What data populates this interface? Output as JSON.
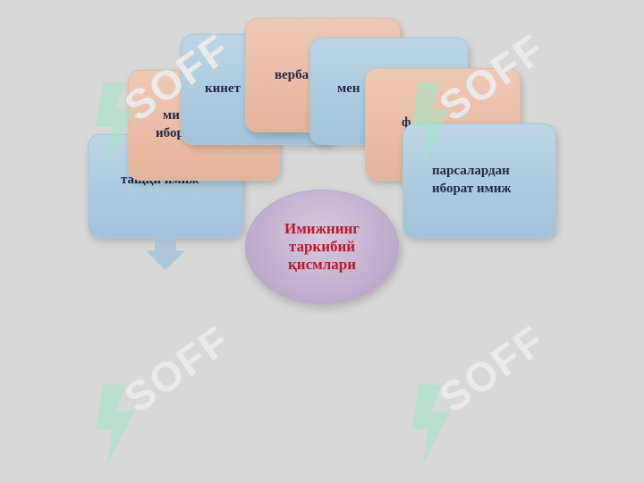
{
  "diagram": {
    "center": {
      "lines": [
        "Имижнинг",
        "таркибий",
        "қисмлари"
      ]
    },
    "nodes": {
      "left_back_text": "тащқи имиж",
      "left_mid_line1": "ми",
      "left_mid_line2": "ибор",
      "top_blue_text": "кинет",
      "top_peach_text": "верба",
      "right_blue_text": "мен",
      "right_peach_text": "ф",
      "right_front_line1": "парсалардан",
      "right_front_line2": "иборат имиж"
    },
    "watermark": "SOFF"
  },
  "colors": {
    "blue": "#a9c8dc",
    "peach": "#e6b39a",
    "center": "#c2aed0",
    "center_text": "#c0182a",
    "node_text": "#1f2a44"
  }
}
